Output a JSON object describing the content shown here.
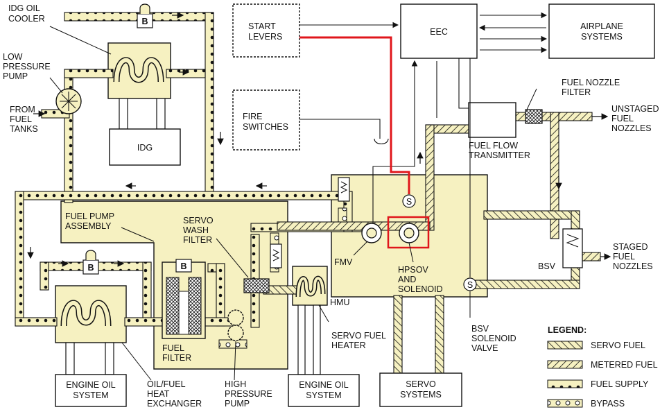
{
  "labels": {
    "idg_oil_cooler": [
      "IDG OIL",
      "COOLER"
    ],
    "low_pressure_pump": [
      "LOW",
      "PRESSURE",
      "PUMP"
    ],
    "from_fuel_tanks": [
      "FROM",
      "FUEL",
      "TANKS"
    ],
    "idg": "IDG",
    "start_levers": [
      "START",
      "LEVERS"
    ],
    "fire_switches": [
      "FIRE",
      "SWITCHES"
    ],
    "eec": "EEC",
    "airplane_systems": [
      "AIRPLANE",
      "SYSTEMS"
    ],
    "fuel_nozzle_filter": [
      "FUEL NOZZLE",
      "FILTER"
    ],
    "unstaged_fuel_nozzles": [
      "UNSTAGED",
      "FUEL",
      "NOZZLES"
    ],
    "fuel_flow_transmitter": [
      "FUEL FLOW",
      "TRANSMITTER"
    ],
    "fuel_pump_assembly": [
      "FUEL PUMP",
      "ASSEMBLY"
    ],
    "servo_wash_filter": [
      "SERVO",
      "WASH",
      "FILTER"
    ],
    "fmv": "FMV",
    "hpsov_and_solenoid": [
      "HPSOV",
      "AND",
      "SOLENOID"
    ],
    "staged_fuel_nozzles": [
      "STAGED",
      "FUEL",
      "NOZZLES"
    ],
    "bsv": "BSV",
    "hmu": "HMU",
    "fuel_filter": [
      "FUEL",
      "FILTER"
    ],
    "servo_fuel_heater": [
      "SERVO FUEL",
      "HEATER"
    ],
    "bsv_solenoid_valve": [
      "BSV",
      "SOLENOID",
      "VALVE"
    ],
    "engine_oil_system_left": [
      "ENGINE OIL",
      "SYSTEM"
    ],
    "oil_fuel_heat_exchanger": [
      "OIL/FUEL",
      "HEAT",
      "EXCHANGER"
    ],
    "high_pressure_pump": [
      "HIGH",
      "PRESSURE",
      "PUMP"
    ],
    "engine_oil_system_right": [
      "ENGINE OIL",
      "SYSTEM"
    ],
    "servo_systems": [
      "SERVO",
      "SYSTEMS"
    ],
    "bypass_valve_marker": "B",
    "solenoid_marker": "S"
  },
  "legend": {
    "title": "LEGEND:",
    "items": [
      "SERVO FUEL",
      "METERED FUEL",
      "FUEL SUPPLY",
      "BYPASS"
    ]
  },
  "colors": {
    "fill": "#f6f1c1",
    "highlight": "#e0161b",
    "ink": "#111111"
  }
}
